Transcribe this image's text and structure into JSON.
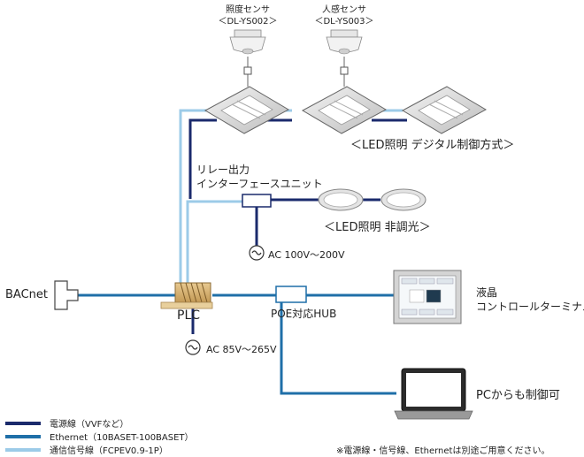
{
  "sensors": {
    "illuminance": {
      "name": "照度センサ",
      "model": "＜DL-YS002＞"
    },
    "motion": {
      "name": "人感センサ",
      "model": "＜DL-YS003＞"
    }
  },
  "led_digital_label": "＜LED照明 デジタル制御方式＞",
  "relay": {
    "line1": "リレー出力",
    "line2": "インターフェースユニット"
  },
  "led_fixed_label": "＜LED照明 非調光＞",
  "ac_relay_label": "AC 100V～200V",
  "bacnet_label": "BACnet",
  "plc_label": "PLC",
  "ac_plc_label": "AC 85V～265V",
  "poe_label": "POE対応HUB",
  "lcd": {
    "line1": "液晶",
    "line2": "コントロールターミナル"
  },
  "pc_label": "PCからも制御可",
  "legend": [
    {
      "label": "電源線（VVFなど）",
      "color": "#1a2a6c"
    },
    {
      "label": "Ethernet（10BASET-100BASET）",
      "color": "#1f6fa8"
    },
    {
      "label": "通信信号線（FCPEV0.9-1P）",
      "color": "#9ccbe8"
    }
  ],
  "note": "※電源線・信号線、Ethernetは別途ご用意ください。",
  "colors": {
    "power": "#1a2a6c",
    "ethernet": "#1f6fa8",
    "signal": "#9ccbe8",
    "plc": "#c8a46a"
  }
}
